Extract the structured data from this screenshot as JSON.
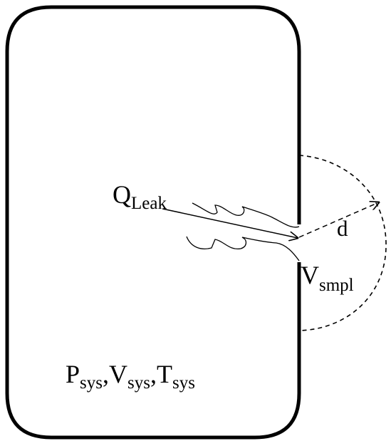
{
  "labels": {
    "leak": {
      "main": "Q",
      "sub": "Leak"
    },
    "distance": "d",
    "sample_volume": {
      "main": "V",
      "sub": "smpl"
    },
    "system_state": [
      {
        "main": "P",
        "sub": "sys"
      },
      {
        "main": "V",
        "sub": "sys"
      },
      {
        "main": "T",
        "sub": "sys"
      }
    ],
    "separator": ","
  },
  "colors": {
    "stroke": "#000000",
    "background": "#ffffff"
  }
}
